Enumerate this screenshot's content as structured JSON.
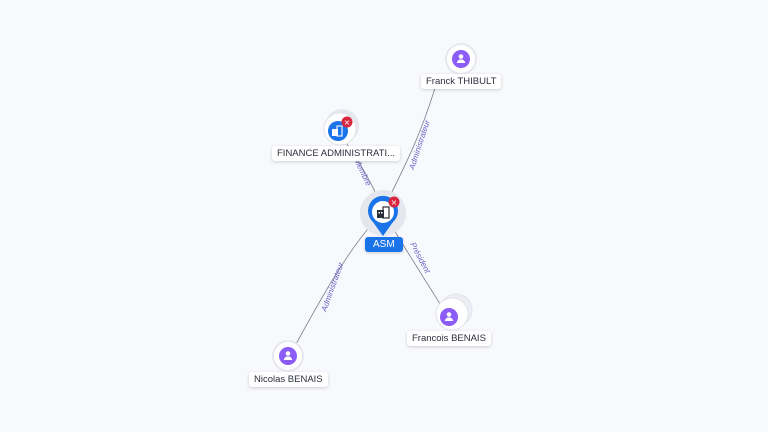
{
  "graph": {
    "center": {
      "label": "ASM",
      "icon": "building-icon"
    },
    "nodes": [
      {
        "id": "franck",
        "label": "Franck THIBULT",
        "icon": "person-icon"
      },
      {
        "id": "finance",
        "label": "FINANCE ADMINISTRATI...",
        "icon": "building-icon"
      },
      {
        "id": "francois",
        "label": "Francois BENAIS",
        "icon": "person-icon"
      },
      {
        "id": "nicolas",
        "label": "Nicolas BENAIS",
        "icon": "person-icon"
      }
    ],
    "edges": [
      {
        "label": "Administrateur"
      },
      {
        "label": "Membre"
      },
      {
        "label": "Président"
      },
      {
        "label": "Administrateur"
      }
    ],
    "colors": {
      "company": "#1a73e8",
      "person": "#8b5cf6",
      "alert": "#d7263d",
      "edge": "#6b5fc7"
    }
  }
}
